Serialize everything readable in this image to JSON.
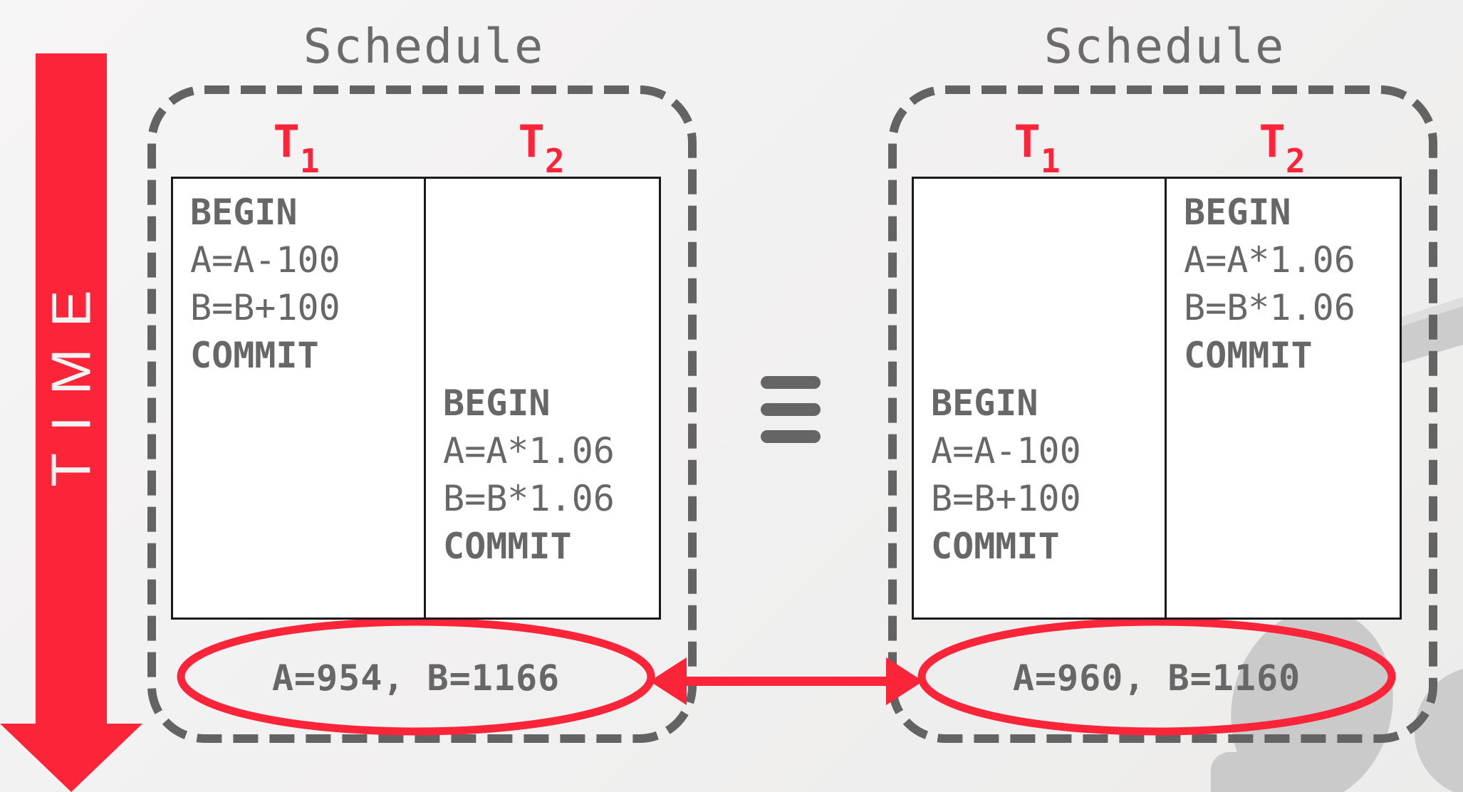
{
  "slide": {
    "kind": "transaction-schedule-equivalence-diagram"
  },
  "time_axis": {
    "label": "TIME",
    "direction": "down"
  },
  "equivalence": {
    "icon": "triple-bar-equivalence"
  },
  "schedules": [
    {
      "title": "Schedule",
      "col1_label": "T",
      "col1_sub": "1",
      "col2_label": "T",
      "col2_sub": "2",
      "col1_rows": [
        "BEGIN",
        "A=A-100",
        "B=B+100",
        "COMMIT",
        "",
        "",
        "",
        ""
      ],
      "col2_rows": [
        "",
        "",
        "",
        "",
        "BEGIN",
        "A=A*1.06",
        "B=B*1.06",
        "COMMIT"
      ],
      "result": "A=954, B=1166"
    },
    {
      "title": "Schedule",
      "col1_label": "T",
      "col1_sub": "1",
      "col2_label": "T",
      "col2_sub": "2",
      "col1_rows": [
        "",
        "",
        "",
        "",
        "BEGIN",
        "A=A-100",
        "B=B+100",
        "COMMIT"
      ],
      "col2_rows": [
        "BEGIN",
        "A=A*1.06",
        "B=B*1.06",
        "COMMIT",
        "",
        "",
        "",
        ""
      ],
      "result": "A=960, B=1160"
    }
  ],
  "colors": {
    "accent_red": "#fb2438",
    "text_gray": "#676767",
    "dash_gray": "#636363",
    "table_border": "#1a1a1a",
    "watermark_gray": "#cccccc"
  }
}
